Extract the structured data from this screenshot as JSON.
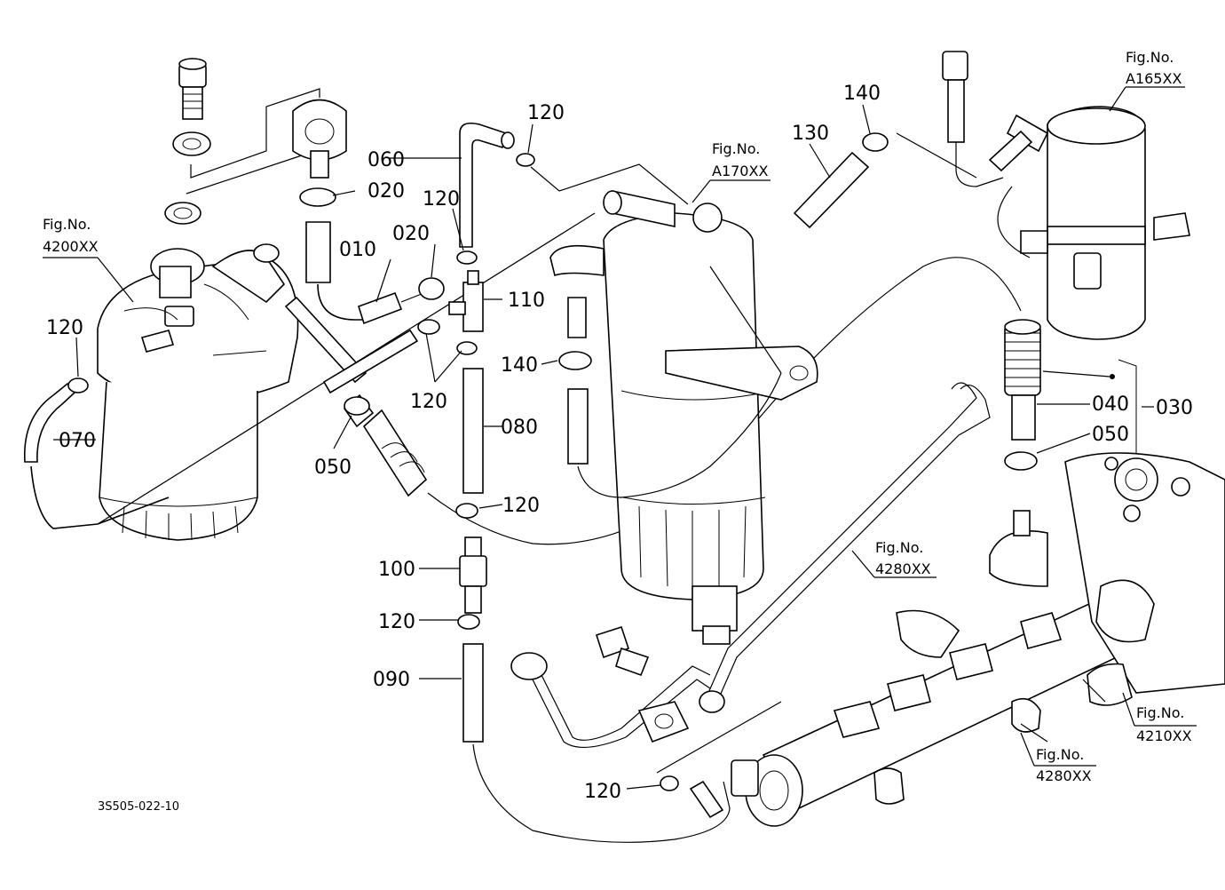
{
  "diagram": {
    "part_labels": {
      "p010": "010",
      "p020a": "020",
      "p020b": "020",
      "p030": "030",
      "p040": "040",
      "p050a": "050",
      "p050b": "050",
      "p060": "060",
      "p070": "070",
      "p080": "080",
      "p090": "090",
      "p100": "100",
      "p110": "110",
      "p120a": "120",
      "p120b": "120",
      "p120c": "120",
      "p120d": "120",
      "p120e": "120",
      "p120f": "120",
      "p120g": "120",
      "p130": "130",
      "p140a": "140",
      "p140b": "140"
    },
    "figure_refs": {
      "r4200_t": "Fig.No.",
      "r4200_n": "4200XX",
      "rA170_t": "Fig.No.",
      "rA170_n": "A170XX",
      "rA165_t": "Fig.No.",
      "rA165_n": "A165XX",
      "r4280a_t": "Fig.No.",
      "r4280a_n": "4280XX",
      "r4210_t": "Fig.No.",
      "r4210_n": "4210XX",
      "r4280b_t": "Fig.No.",
      "r4280b_n": "4280XX"
    },
    "drawing_code": "3S505-022-10"
  }
}
